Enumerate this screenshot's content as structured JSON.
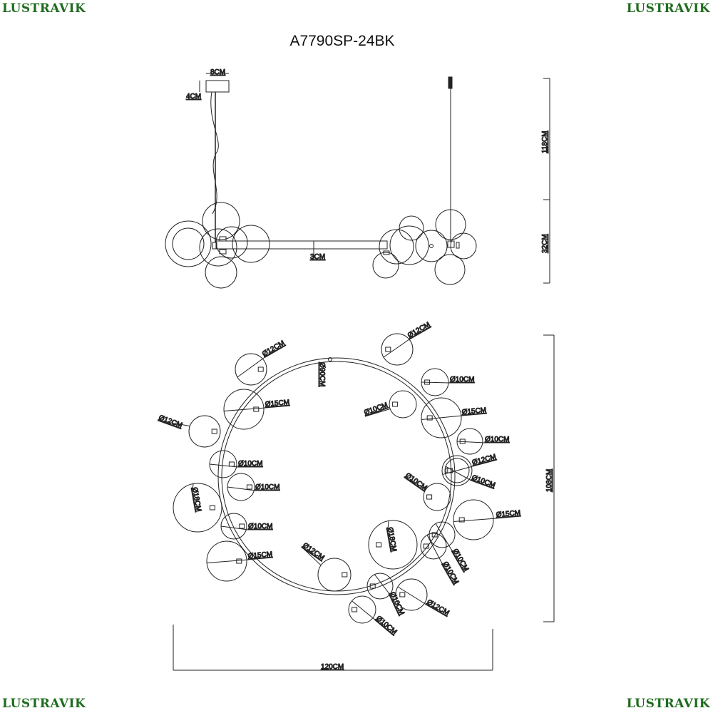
{
  "logo": {
    "text": "LUSTRAVIK",
    "color": "#1f6b1f",
    "lamp_color": "#f2c200"
  },
  "title": "A7790SP-24BK",
  "side_view": {
    "canopy_width": "8CM",
    "canopy_height": "4CM",
    "bar_thickness": "3CM",
    "cable_length": "118CM",
    "body_height": "32CM"
  },
  "top_view": {
    "ring_diameter": "Ø90CM",
    "total_depth": "108CM",
    "total_width": "120CM",
    "globes": [
      "Ø12CM",
      "Ø15CM",
      "Ø12CM",
      "Ø10CM",
      "Ø10CM",
      "Ø18CM",
      "Ø10CM",
      "Ø15CM",
      "Ø12CM",
      "Ø12CM",
      "Ø10CM",
      "Ø10CM",
      "Ø15CM",
      "Ø10CM",
      "Ø12CM",
      "Ø10CM",
      "Ø10CM",
      "Ø15CM",
      "Ø18CM",
      "Ø10CM",
      "Ø10CM",
      "Ø10CM",
      "Ø12CM",
      "Ø10CM"
    ]
  }
}
